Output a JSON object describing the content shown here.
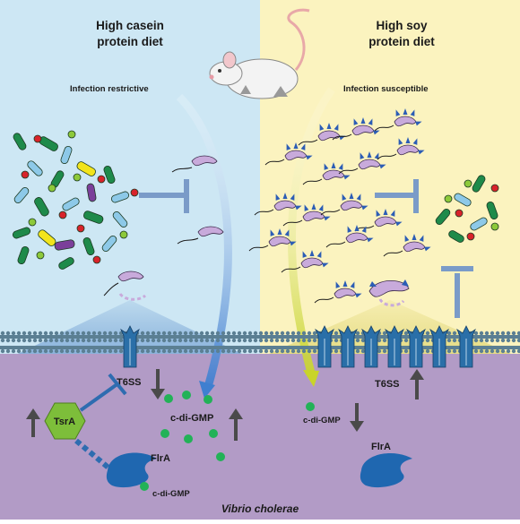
{
  "left_panel": {
    "title_line1": "High casein",
    "title_line2": "protein diet",
    "status": "Infection restrictive",
    "t6ss_label": "T6SS",
    "cdigmp_label": "c-di-GMP",
    "tsra_label": "TsrA",
    "flra_label": "FlrA",
    "flra_bound_label": "c-di-GMP"
  },
  "right_panel": {
    "title_line1": "High soy",
    "title_line2": "protein diet",
    "status": "Infection susceptible",
    "t6ss_label": "T6SS",
    "cdigmp_label": "c-di-GMP",
    "flra_label": "FlrA"
  },
  "species_label": "Vibrio cholerae",
  "colors": {
    "left_bg": "#cde7f4",
    "right_bg": "#fbf3bf",
    "cell_interior": "#b29bc6",
    "vibrio": "#c8aadb",
    "inhibition": "#7a9bc8",
    "flra": "#1f67b0",
    "tsra": "#7dbe3a",
    "cdigmp": "#22b257",
    "channel": "#2a6fa8",
    "spike": "#2c5db5"
  }
}
